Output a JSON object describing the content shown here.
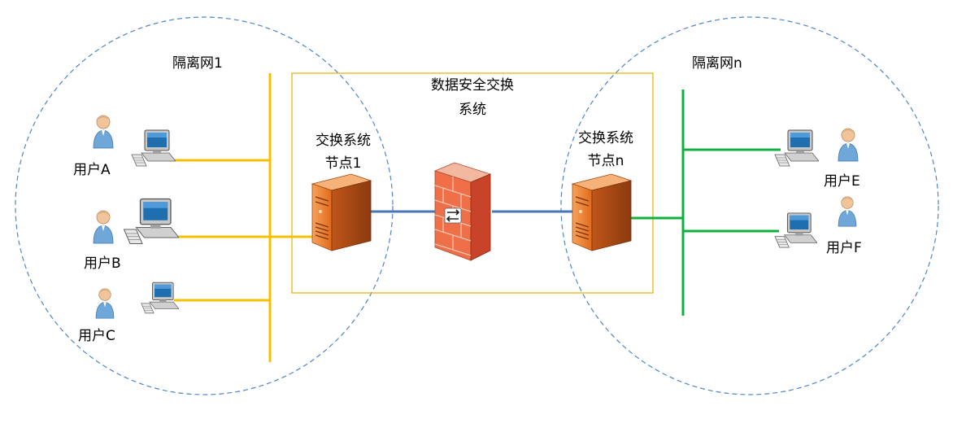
{
  "colors": {
    "boundary": "#4f86c6",
    "center_box": "#e3b000",
    "left_bus": "#f5c000",
    "right_bus": "#10b040",
    "link": "#4a76b8"
  },
  "left_network": {
    "title": "隔离网1",
    "users": [
      {
        "label": "用户A"
      },
      {
        "label": "用户B"
      },
      {
        "label": "用户C"
      }
    ]
  },
  "right_network": {
    "title": "隔离网n",
    "users": [
      {
        "label": "用户E"
      },
      {
        "label": "用户F"
      }
    ]
  },
  "center": {
    "title_line1": "数据安全交换",
    "title_line2": "系统",
    "node1_line1": "交换系统",
    "node1_line2": "节点1",
    "noden_line1": "交换系统",
    "noden_line2": "节点n"
  },
  "icons": [
    "user-icon",
    "computer-icon",
    "server-icon",
    "firewall-icon"
  ]
}
